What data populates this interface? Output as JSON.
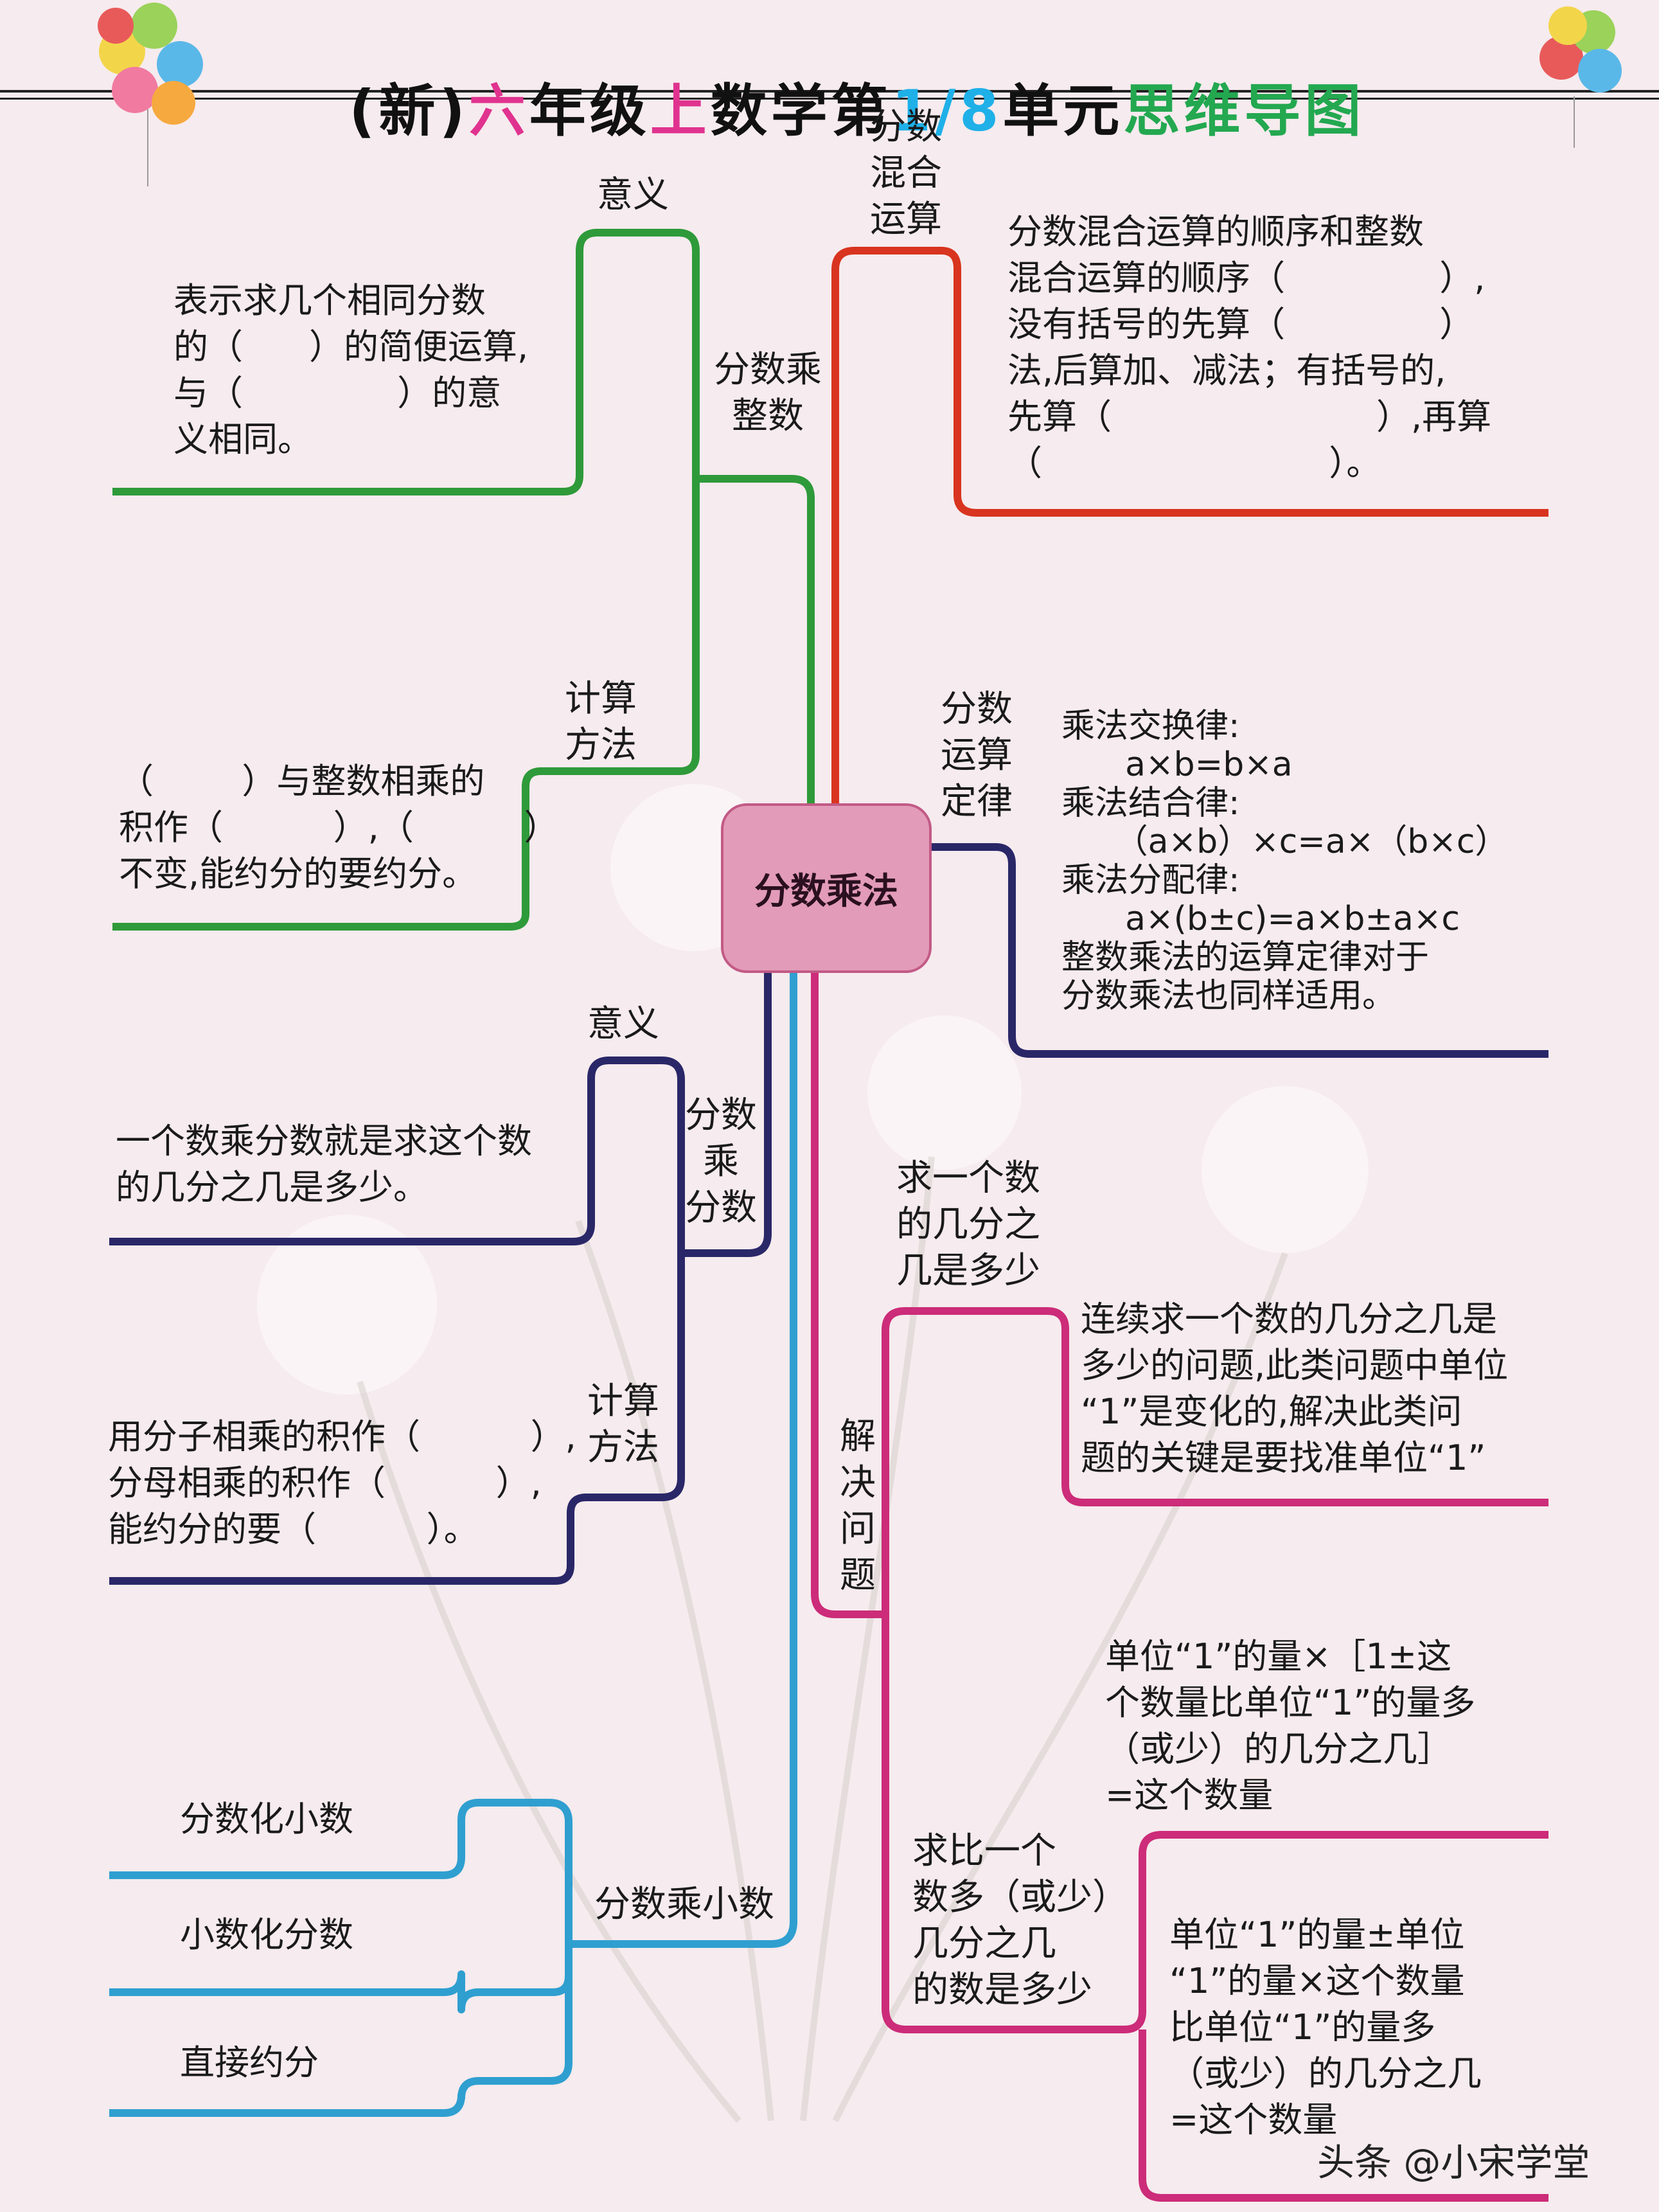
{
  "title": {
    "part1": "(新)",
    "part2": "六",
    "part3": "年级",
    "part4": "上",
    "part5": "数学第",
    "part6": "1/8",
    "part7": "单元",
    "part8": "思维导图"
  },
  "center": "分数乘法",
  "colors": {
    "green": "#2e9a3a",
    "red": "#d8341f",
    "navy": "#2a2768",
    "blue": "#2f9fd0",
    "magenta": "#cc2c79",
    "center_fill": "#e29bb8"
  },
  "left": {
    "fraction_times_integer": {
      "label": "分数乘\n整数",
      "meaning_label": "意义",
      "meaning_text": "表示求几个相同分数\n的（      ）的简便运算,\n与（              ）的意\n义相同。",
      "method_label": "计算\n方法",
      "method_text": "（        ）与整数相乘的\n积作（          ）,（          ）\n不变,能约分的要约分。"
    },
    "fraction_times_fraction": {
      "label": "分数\n乘\n分数",
      "meaning_label": "意义",
      "meaning_text": "一个数乘分数就是求这个数\n的几分之几是多少。",
      "method_label": "计算\n方法",
      "method_text": "用分子相乘的积作（          ）,\n分母相乘的积作（          ）,\n能约分的要（          ）。"
    },
    "fraction_times_decimal": {
      "label": "分数乘小数",
      "items": [
        "分数化小数",
        "小数化分数",
        "直接约分"
      ]
    }
  },
  "right": {
    "mixed_ops": {
      "label": "分数\n混合\n运算",
      "text": "分数混合运算的顺序和整数\n混合运算的顺序（              ）,\n没有括号的先算（              ）\n法,后算加、减法；有括号的,\n先算（                        ）,再算\n（                          ）。"
    },
    "laws": {
      "label": "分数\n运算\n定律",
      "text": "乘法交换律:\n      a×b=b×a\n乘法结合律:\n     （a×b）×c=a×（b×c）\n乘法分配律:\n      a×(b±c)=a×b±a×c\n整数乘法的运算定律对于\n分数乘法也同样适用。"
    },
    "problems": {
      "label": "解\n决\n问\n题",
      "sub1_label": "求一个数\n的几分之\n几是多少",
      "sub1_text": "连续求一个数的几分之几是\n多少的问题,此类问题中单位\n“1”是变化的,解决此类问\n题的关键是要找准单位“1”",
      "sub2_label": "求比一个\n数多（或少）\n几分之几\n的数是多少",
      "sub2_text_a": "单位“1”的量×［1±这\n个数量比单位“1”的量多\n（或少）的几分之几］\n=这个数量",
      "sub2_text_b": "单位“1”的量±单位\n“1”的量×这个数量\n比单位“1”的量多\n（或少）的几分之几\n=这个数量"
    }
  },
  "watermark": "头条 @小宋学堂"
}
